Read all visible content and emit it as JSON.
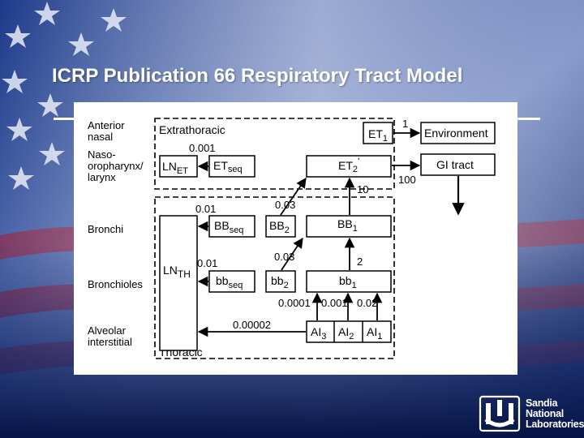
{
  "slide": {
    "title": "ICRP Publication 66 Respiratory Tract Model"
  },
  "colors": {
    "background_dark": "#0b1f5e",
    "background_light": "#c9d2ea",
    "stripe_red": "#a8192e",
    "title_text": "#ffffff",
    "figure_bg": "#ffffff"
  },
  "diagram": {
    "region_labels": {
      "anterior_nasal": [
        "Anterior",
        "nasal"
      ],
      "naso_oro": [
        "Naso-",
        "oropharynx/",
        "larynx"
      ],
      "bronchi": "Bronchi",
      "bronchioles": "Bronchioles",
      "alveolar": [
        "Alveolar",
        "interstitial"
      ]
    },
    "group_labels": {
      "extrathoracic": "Extrathoracic",
      "thoracic": "Thoracic"
    },
    "boxes": {
      "et1": {
        "main": "ET",
        "sub": "1"
      },
      "environment": "Environment",
      "gi_tract": "GI tract",
      "ln_et": {
        "main": "LN",
        "sub": "ET"
      },
      "et_seq": {
        "main": "ET",
        "sub": "seq"
      },
      "et2": {
        "main": "ET",
        "sub": "2",
        "prime": "'"
      },
      "bb_seq": {
        "main": "BB",
        "sub": "seq"
      },
      "bb2": {
        "main": "BB",
        "sub": "2"
      },
      "bb1": {
        "main": "BB",
        "sub": "1"
      },
      "ln_th": {
        "main": "LN",
        "sub": "TH"
      },
      "bb_small_seq": {
        "main": "bb",
        "sub": "seq"
      },
      "bb_small_2": {
        "main": "bb",
        "sub": "2"
      },
      "bb_small_1": {
        "main": "bb",
        "sub": "1"
      },
      "ai3": {
        "main": "AI",
        "sub": "3"
      },
      "ai2": {
        "main": "AI",
        "sub": "2"
      },
      "ai1": {
        "main": "AI",
        "sub": "1"
      }
    },
    "rates": {
      "et1_env": "1",
      "et2_gi": "100",
      "bb1_et2": "10",
      "bb2_et2": "0.03",
      "et_ln": "0.001",
      "bb_ln": "0.01",
      "bb_small_ln": "0.01",
      "bb_small_2_bb1": "0.03",
      "bb_small_1_bb1": "2",
      "ai3_rate": "0.0001",
      "ai2_rate": "0.001",
      "ai1_rate": "0.02",
      "ai_ln": "0.00002"
    }
  }
}
